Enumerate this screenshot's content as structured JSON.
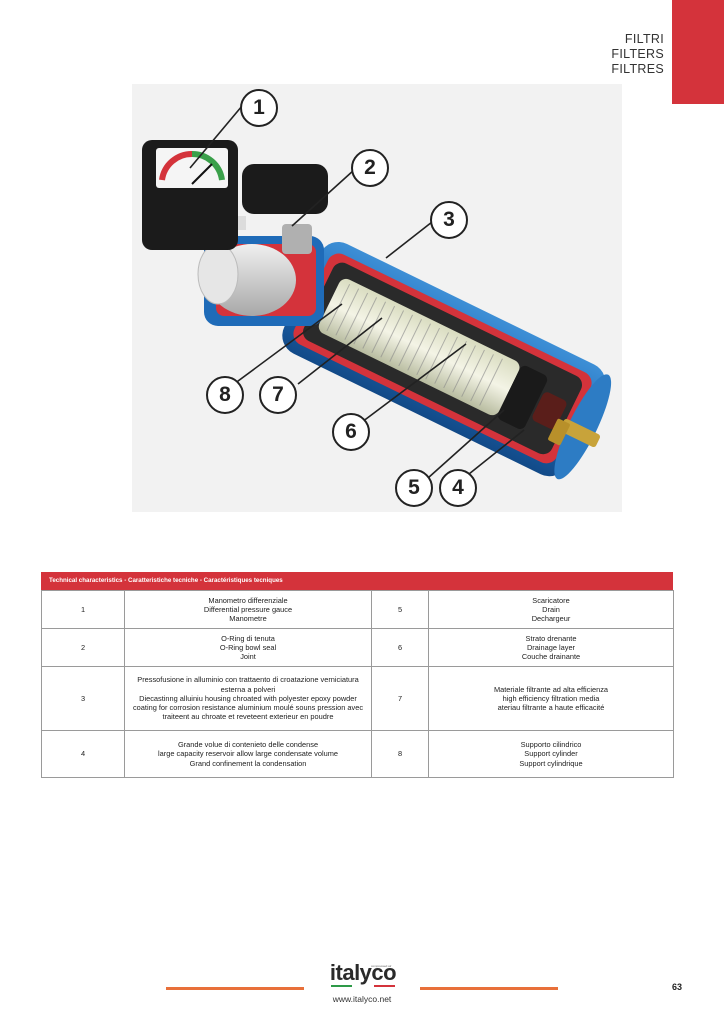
{
  "header": {
    "titles": [
      "FILTRI",
      "FILTERS",
      "FILTRES"
    ],
    "accent_color": "#d4333b"
  },
  "figure": {
    "callouts": [
      "1",
      "2",
      "3",
      "4",
      "5",
      "6",
      "7",
      "8"
    ]
  },
  "table": {
    "heading": "Technical characteristics - Caratteristiche tecniche - Caractéristiques tecniques",
    "rows": [
      {
        "left_num": "1",
        "left_lines": [
          "Manometro differenziale",
          "Differential pressure gauce",
          "Manometre"
        ],
        "right_num": "5",
        "right_lines": [
          "Scaricatore",
          "Drain",
          "Dechargeur"
        ]
      },
      {
        "left_num": "2",
        "left_lines": [
          "O-Ring di tenuta",
          "O-Ring bowl seal",
          "Joint"
        ],
        "right_num": "6",
        "right_lines": [
          "Strato drenante",
          "Drainage layer",
          "Couche drainante"
        ]
      },
      {
        "left_num": "3",
        "left_lines": [
          "Pressofusione in alluminio con trattaento di croatazione verniciatura",
          "esterna a polveri",
          "Diecastinng alluiniu housing chroated with polyester epoxy powder",
          "coating for corrosion resistance aluminium moulé souns pression avec",
          "traiteent au chroate et reveteent exterieur en poudre"
        ],
        "right_num": "7",
        "right_lines": [
          "Materiale filtrante ad alta efficienza",
          "high efficiency filtration media",
          "ateriau filtrante a haute efficacité"
        ]
      },
      {
        "left_num": "4",
        "left_lines": [
          "Grande volue di contenieto delle condense",
          "large capacity reservoir allow large condensate volume",
          "Grand confinement la condensation"
        ],
        "right_num": "8",
        "right_lines": [
          "Supporto cilindrico",
          "Support cylinder",
          "Support cylindrique"
        ]
      }
    ]
  },
  "footer": {
    "logo": "italyco",
    "logo_tagline": "compressed air",
    "website": "www.italyco.net",
    "page_number": "63",
    "line_color": "#e8703a"
  }
}
